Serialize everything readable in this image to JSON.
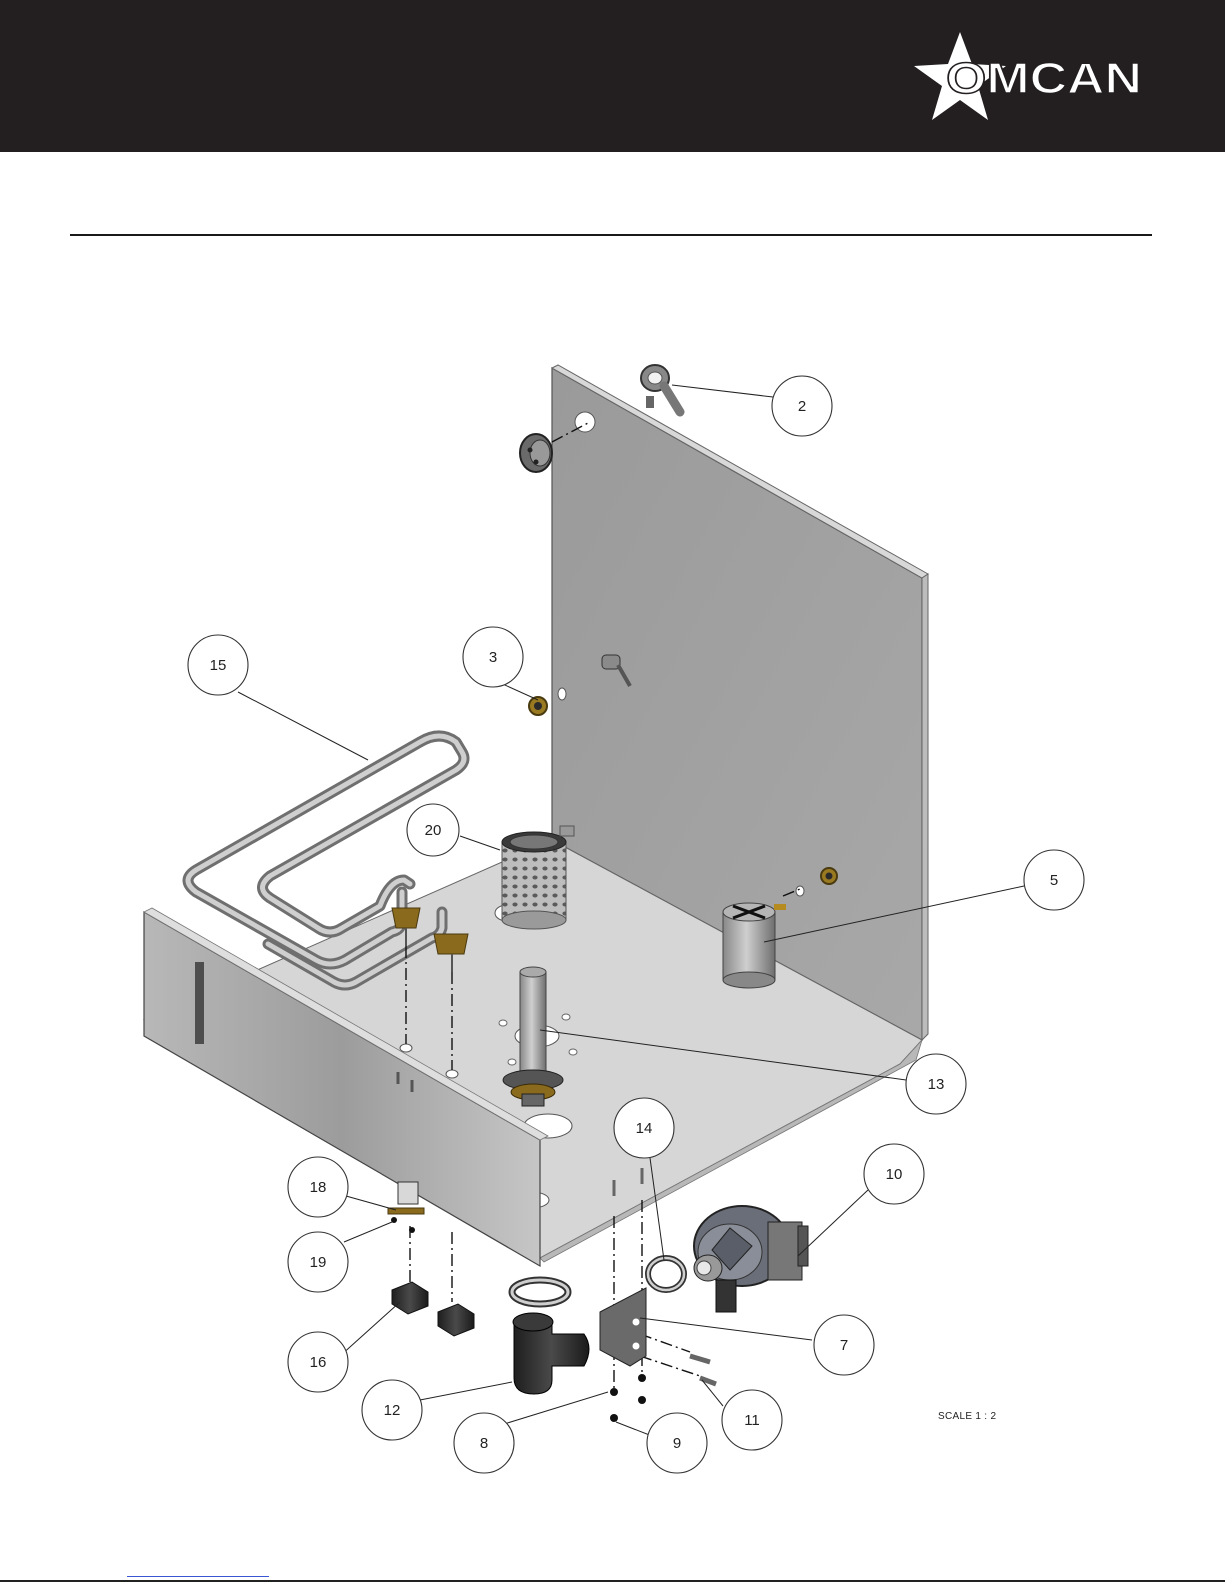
{
  "brand": {
    "logo_text": "OMCAN",
    "header_color": "#231f20"
  },
  "scale_label": "SCALE 1 : 2",
  "callouts": [
    {
      "label": "2"
    },
    {
      "label": "3"
    },
    {
      "label": "5"
    },
    {
      "label": "7"
    },
    {
      "label": "8"
    },
    {
      "label": "9"
    },
    {
      "label": "10"
    },
    {
      "label": "11"
    },
    {
      "label": "12"
    },
    {
      "label": "13"
    },
    {
      "label": "14"
    },
    {
      "label": "15"
    },
    {
      "label": "16"
    },
    {
      "label": "18"
    },
    {
      "label": "19"
    },
    {
      "label": "20"
    }
  ]
}
